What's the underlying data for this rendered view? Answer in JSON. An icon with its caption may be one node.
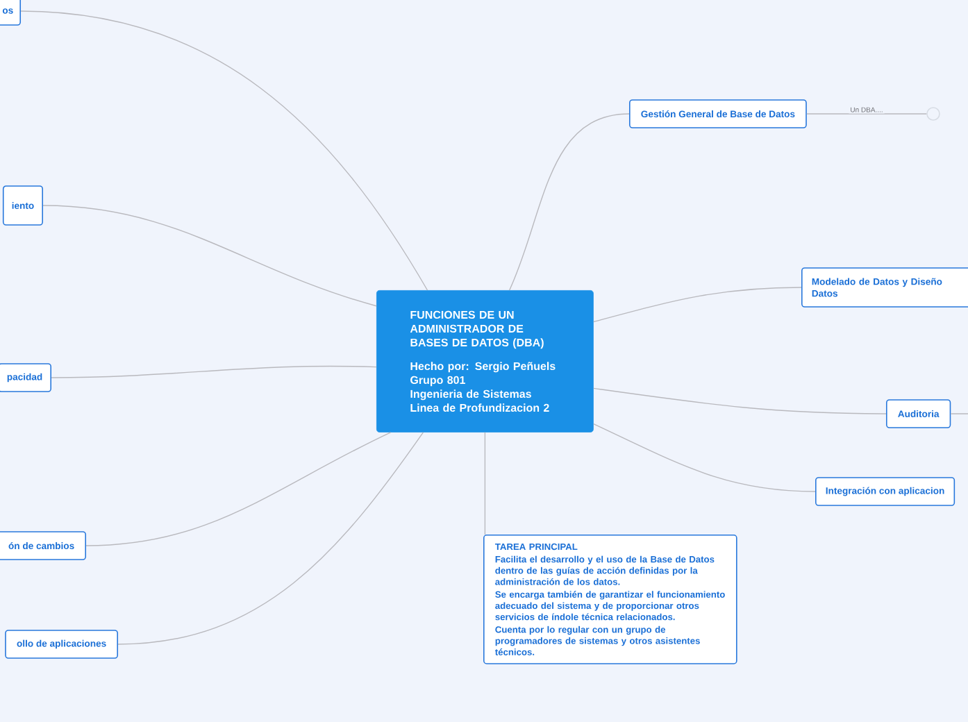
{
  "diagram": {
    "nodes": [
      {
        "text": [
          "FUNCIONES DE UN ADMINISTRADOR DE BASES DE DATOS (DBA)",
          "Hecho por: Sergio Peñuels",
          "Grupo 801",
          "Ingenieria de Sistemas",
          "Linea de Profundizacion 2"
        ]
      },
      {
        "text": [
          "os"
        ]
      },
      {
        "text": [
          "iento"
        ]
      },
      {
        "text": [
          "pacidad"
        ]
      },
      {
        "text": [
          "ón de cambios"
        ]
      },
      {
        "text": [
          "ollo de aplicaciones"
        ]
      },
      {
        "text": [
          "Gestión General de Base de Datos"
        ]
      },
      {
        "text": [],
        "shape": "circle"
      },
      {
        "text": [
          "Modelado de Datos y Diseño Datos"
        ]
      },
      {
        "text": [
          "Auditoria"
        ]
      },
      {
        "text": [
          "Integración con aplicacion"
        ]
      },
      {
        "text": [
          "TAREA PRINCIPAL",
          "Facilita el desarrollo y el uso de la Base de Datos dentro de las guías de acción definidas por la administración de los datos.",
          "Se encarga también de garantizar el funcionamiento adecuado del sistema y de proporcionar otros servicios de índole técnica relacionados.",
          "Cuenta por lo regular con un grupo de programadores  de sistemas y otros asistentes técnicos."
        ]
      }
    ],
    "edges": [
      {
        "from": 0,
        "to": 1,
        "arrow": "none"
      },
      {
        "from": 0,
        "to": 2,
        "arrow": "none"
      },
      {
        "from": 0,
        "to": 3,
        "arrow": "none"
      },
      {
        "from": 0,
        "to": 4,
        "arrow": "none"
      },
      {
        "from": 0,
        "to": 5,
        "arrow": "none"
      },
      {
        "from": 0,
        "to": 6,
        "arrow": "none"
      },
      {
        "from": 0,
        "to": 8,
        "arrow": "none"
      },
      {
        "from": 0,
        "to": 9,
        "arrow": "none"
      },
      {
        "from": 0,
        "to": 10,
        "arrow": "none"
      },
      {
        "from": 0,
        "to": 11,
        "arrow": "none"
      },
      {
        "from": 6,
        "to": 7,
        "arrow": "none",
        "label": "Un DBA...."
      },
      {
        "from": 9,
        "to": null,
        "arrow": "none"
      }
    ]
  }
}
